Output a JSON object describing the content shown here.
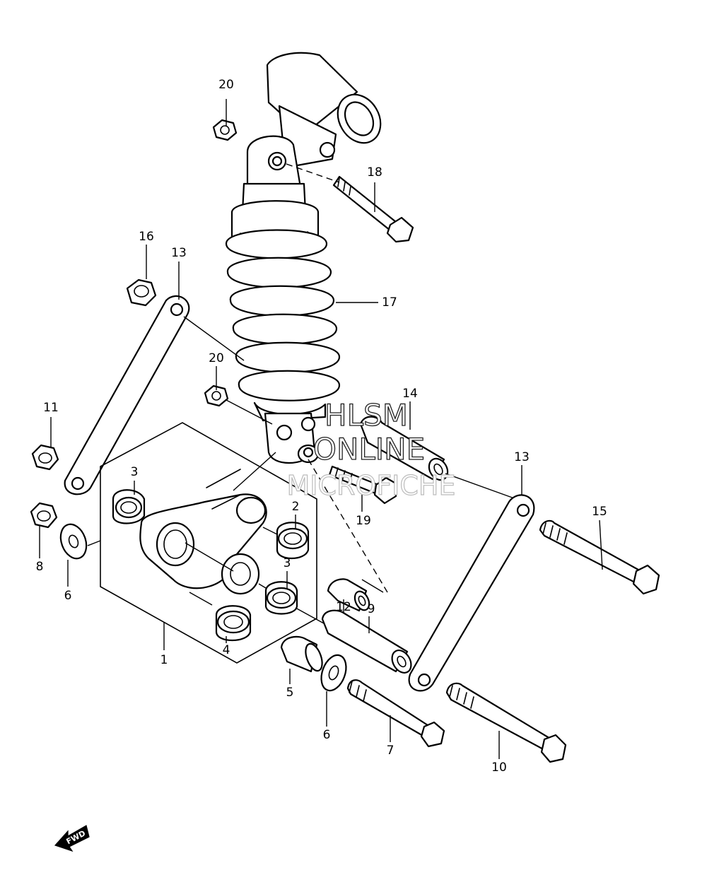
{
  "labels": {
    "p1": "1",
    "p2": "2",
    "p3a": "3",
    "p3b": "3",
    "p4": "4",
    "p5": "5",
    "p6a": "6",
    "p6b": "6",
    "p7": "7",
    "p8": "8",
    "p9": "9",
    "p10": "10",
    "p11": "11",
    "p12": "12",
    "p13a": "13",
    "p13b": "13",
    "p14": "14",
    "p15": "15",
    "p16": "16",
    "p17": "17",
    "p18": "18",
    "p19": "19",
    "p20a": "20",
    "p20b": "20"
  },
  "watermark": {
    "line1": "HLSM",
    "line2": "ONLINE",
    "line3": "MICROFICHE"
  },
  "fwd": {
    "text": "FWD",
    "icon": "forward-arrow-icon"
  }
}
